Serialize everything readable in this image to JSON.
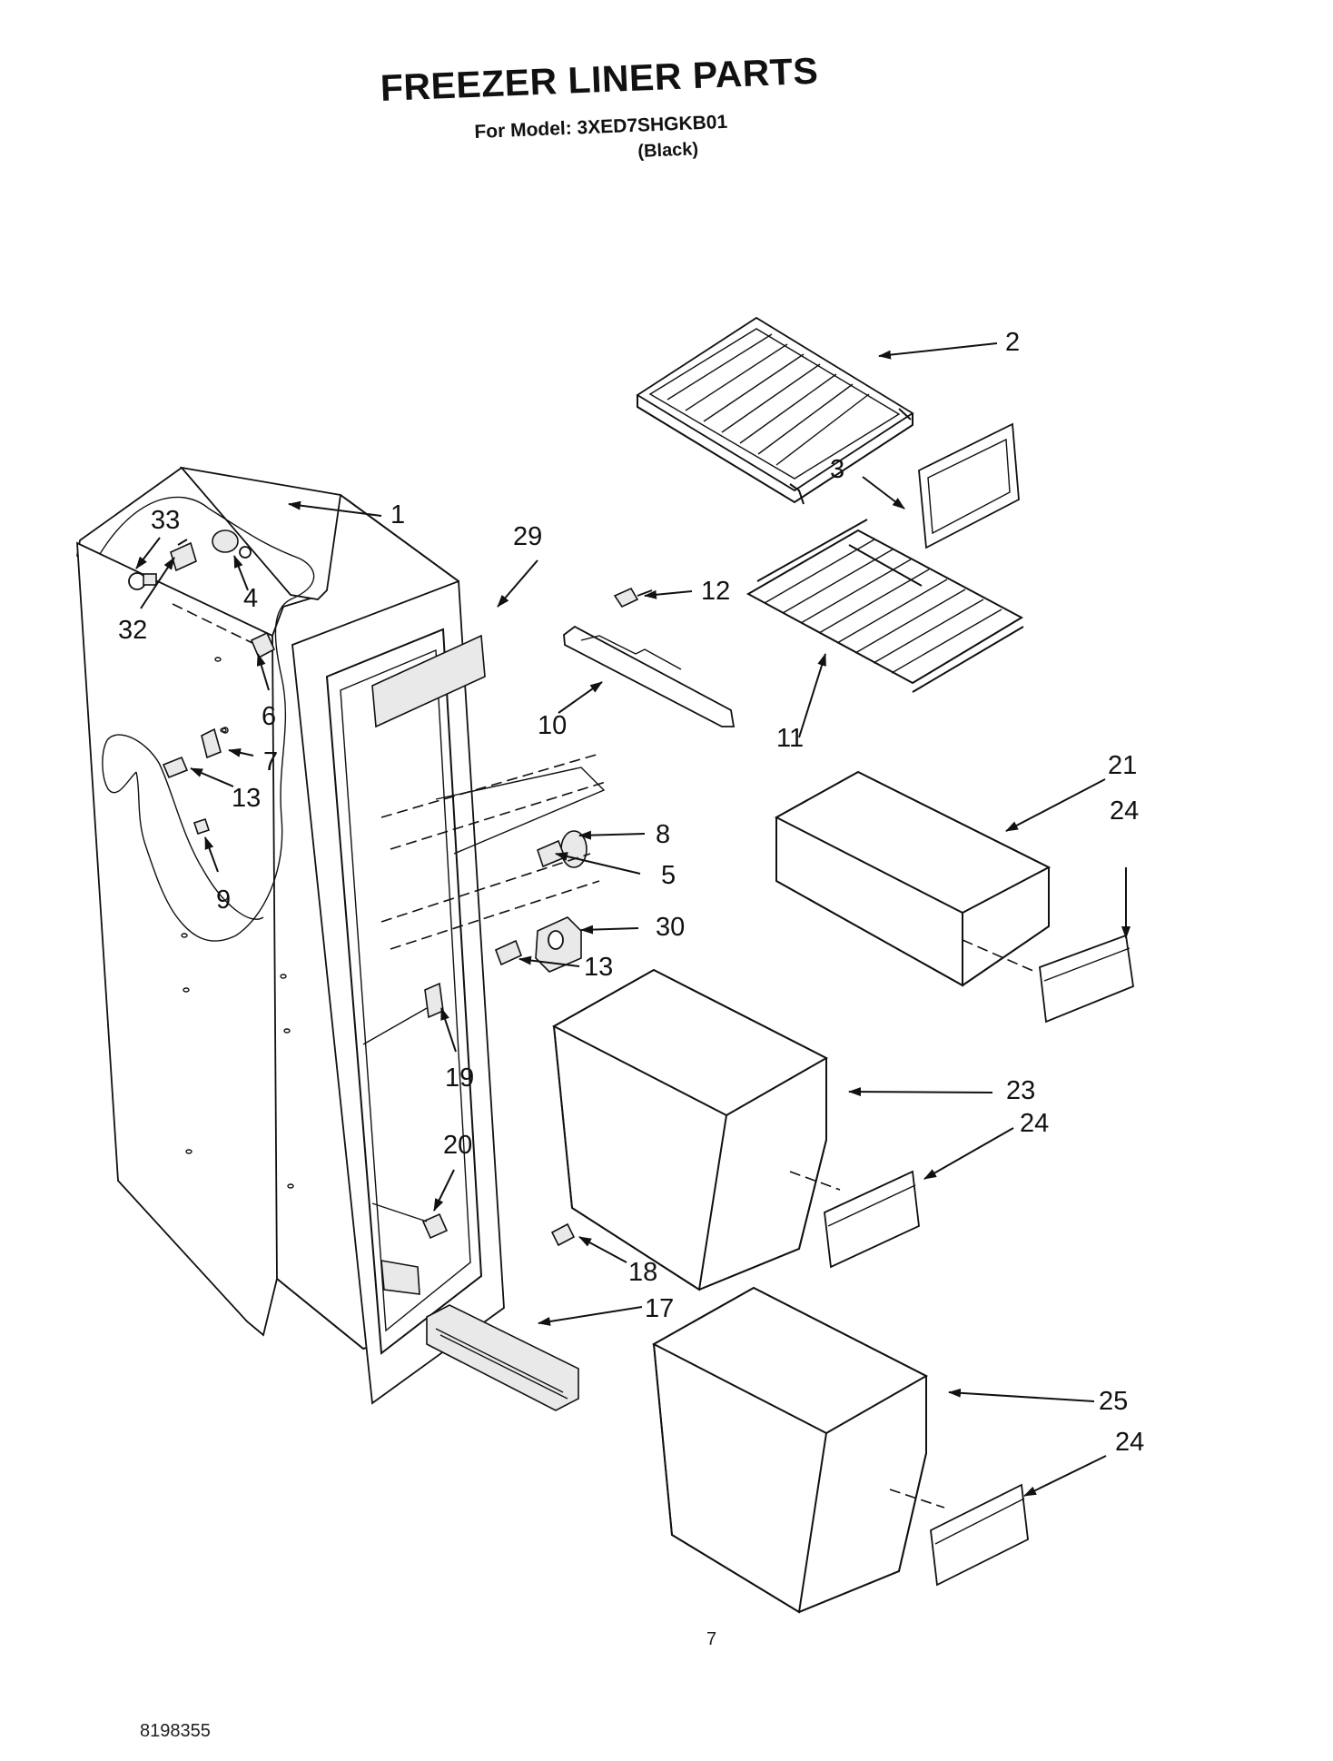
{
  "header": {
    "title": "FREEZER LINER PARTS",
    "model_line": "For Model: 3XED7SHGKB01",
    "variant": "(Black)"
  },
  "footer": {
    "page_number": "7",
    "document_number": "8198355"
  },
  "callouts": [
    "1",
    "2",
    "3",
    "4",
    "5",
    "6",
    "7",
    "8",
    "9",
    "10",
    "11",
    "12",
    "13",
    "13",
    "17",
    "18",
    "19",
    "20",
    "21",
    "23",
    "24",
    "24",
    "24",
    "25",
    "29",
    "30",
    "32",
    "33"
  ]
}
